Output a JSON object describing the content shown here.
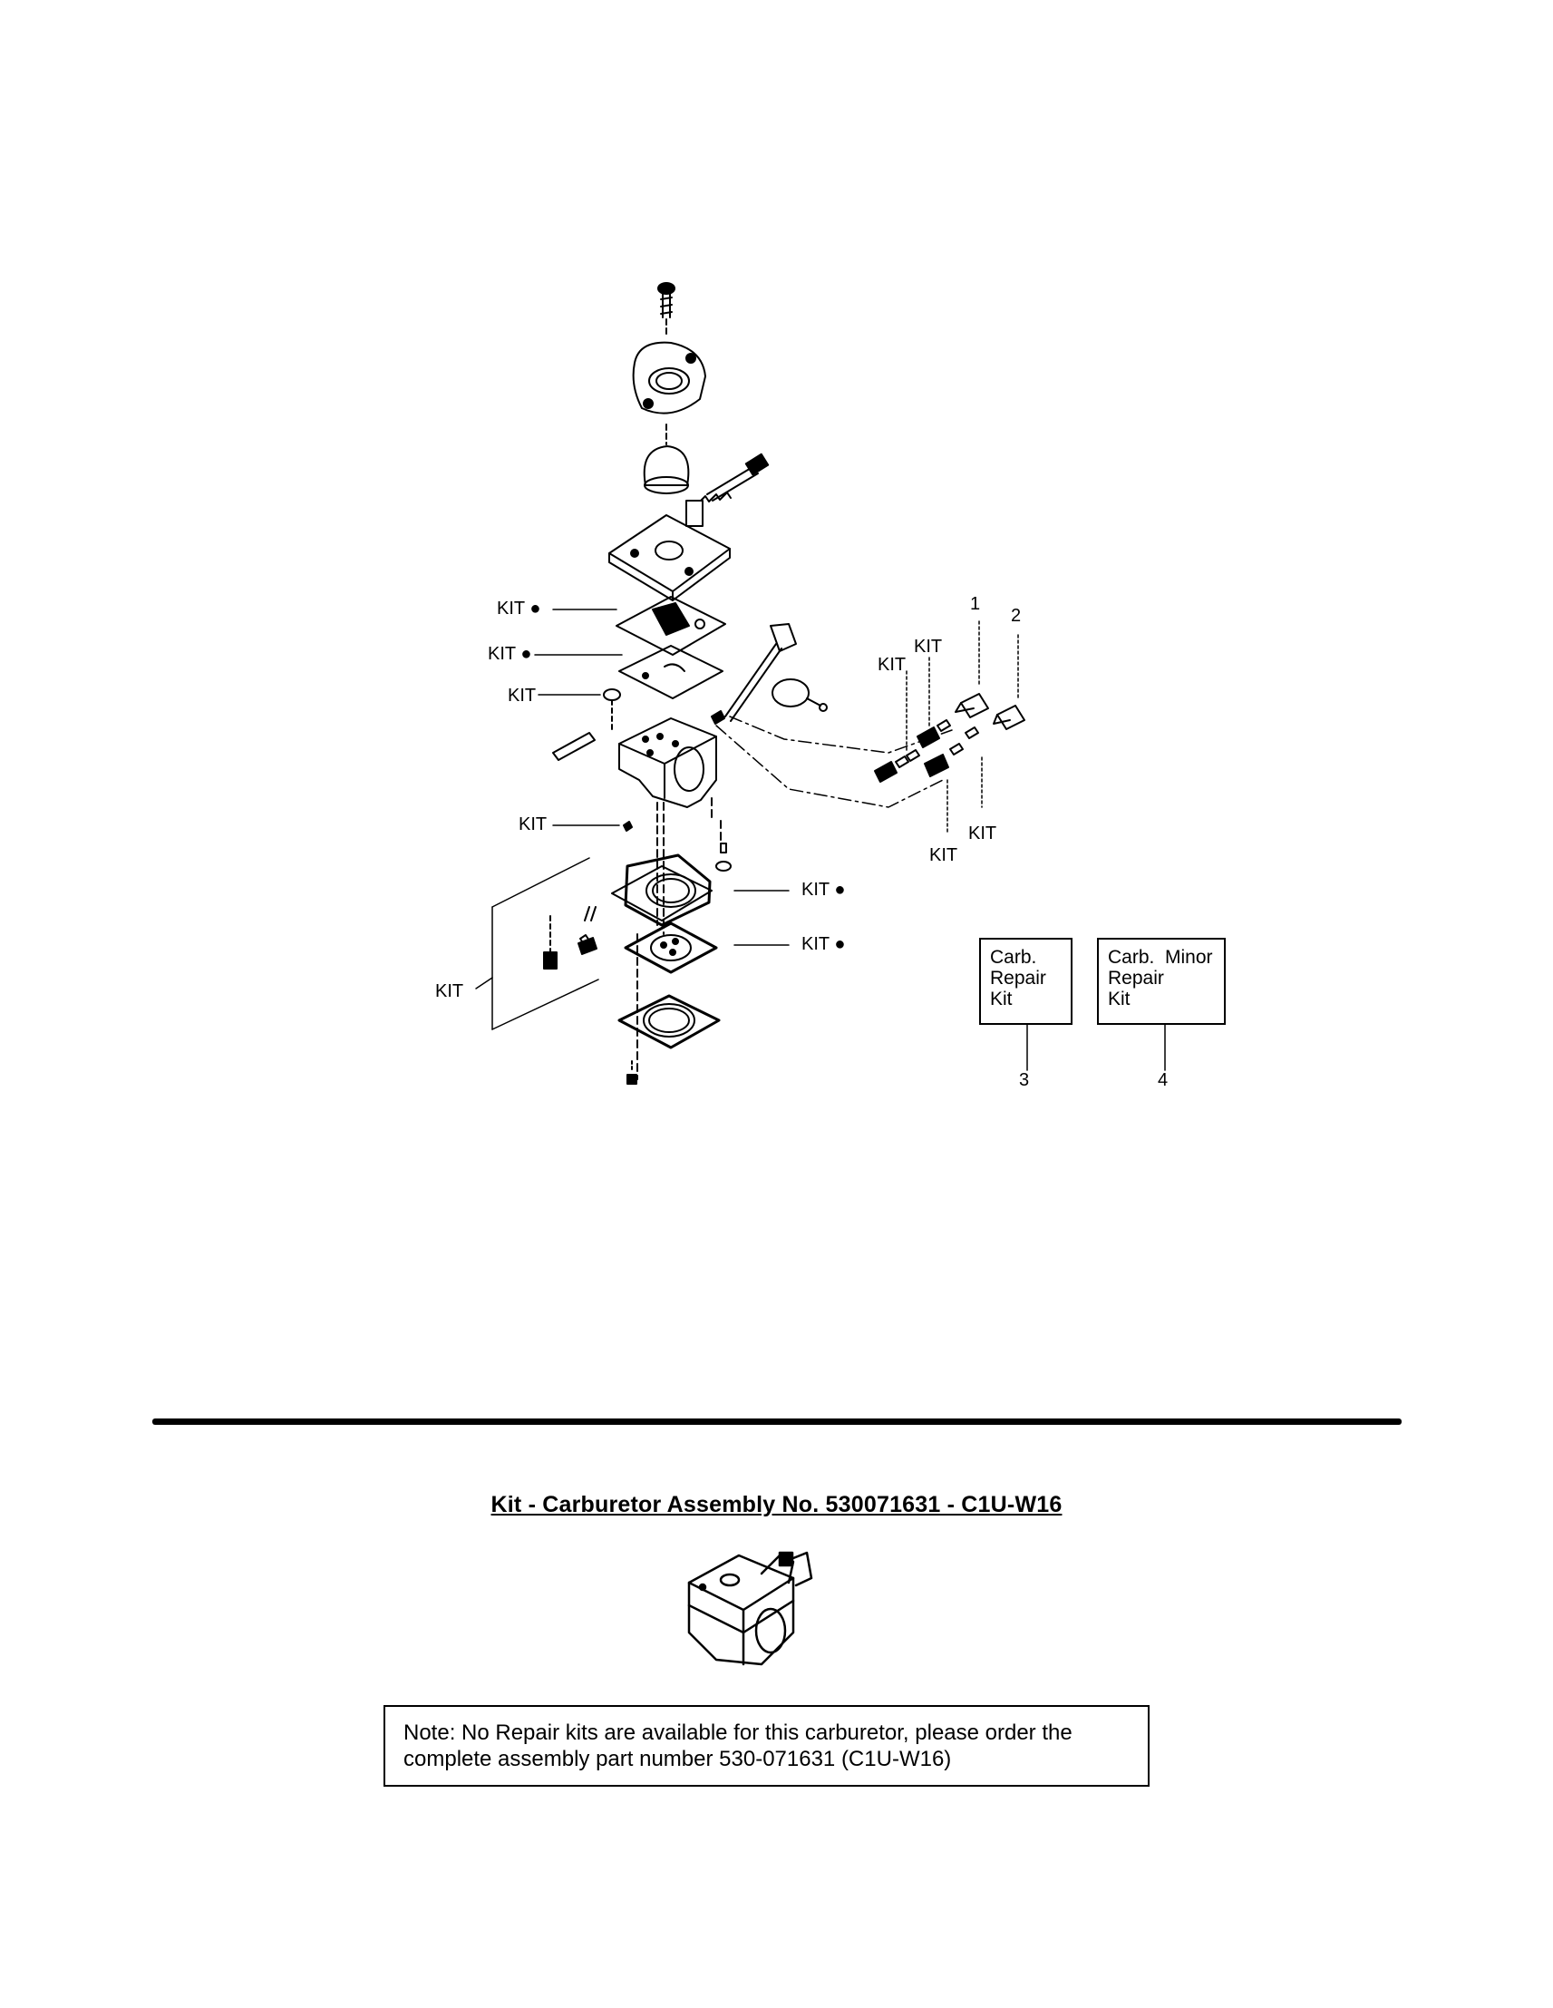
{
  "diagram": {
    "kit_labels": [
      {
        "id": "kit-1",
        "text": "KIT",
        "bullet": true
      },
      {
        "id": "kit-2",
        "text": "KIT",
        "bullet": true
      },
      {
        "id": "kit-3",
        "text": "KIT",
        "bullet": false
      },
      {
        "id": "kit-4",
        "text": "KIT",
        "bullet": false
      },
      {
        "id": "kit-5",
        "text": "KIT",
        "bullet": true
      },
      {
        "id": "kit-6",
        "text": "KIT",
        "bullet": true
      },
      {
        "id": "kit-7",
        "text": "KIT",
        "bullet": false
      },
      {
        "id": "kit-8",
        "text": "KIT",
        "bullet": false
      },
      {
        "id": "kit-9",
        "text": "KIT",
        "bullet": false
      },
      {
        "id": "kit-10",
        "text": "KIT",
        "bullet": false
      },
      {
        "id": "kit-11",
        "text": "KIT",
        "bullet": false
      }
    ],
    "callouts": [
      "1",
      "2",
      "3",
      "4"
    ],
    "kit_boxes": [
      {
        "lines": [
          "Carb.",
          "Repair",
          "Kit"
        ],
        "callout": "3"
      },
      {
        "lines": [
          "Carb.  Minor",
          "Repair",
          "Kit"
        ],
        "callout": "4"
      }
    ]
  },
  "assembly": {
    "title": "Kit - Carburetor Assembly No. 530071631 - C1U-W16"
  },
  "note": {
    "line1": "Note: No Repair kits are available for this carburetor, please order the",
    "line2": "complete assembly part number 530-071631 (C1U-W16)"
  }
}
